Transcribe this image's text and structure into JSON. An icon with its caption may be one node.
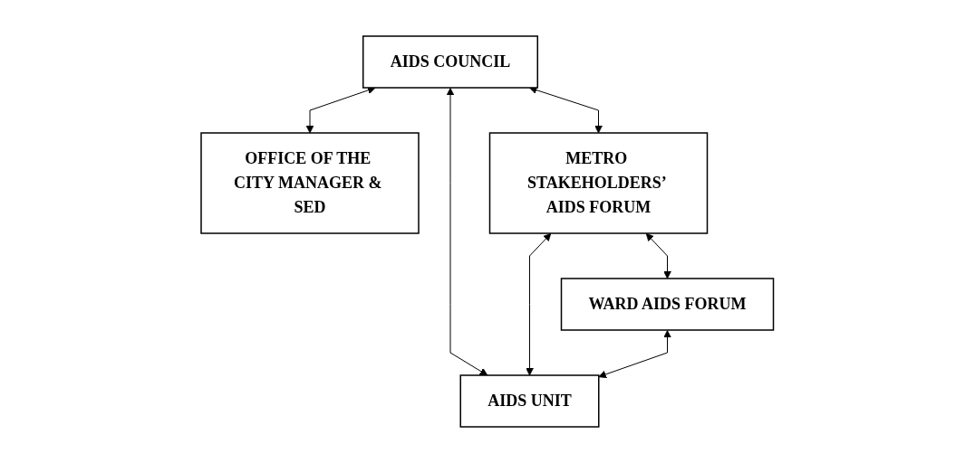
{
  "diagram": {
    "nodes": [
      {
        "text": [
          "AIDS COUNCIL"
        ]
      },
      {
        "text": [
          "OFFICE OF THE CITY MANAGER & SED"
        ]
      },
      {
        "text": [
          "METRO STAKEHOLDERS’ AIDS FORUM"
        ]
      },
      {
        "text": [
          "AIDS UNIT"
        ]
      },
      {
        "text": [
          "WARD AIDS FORUM"
        ]
      }
    ],
    "edges": [
      {
        "from": 0,
        "to": 1,
        "arrow": "both"
      },
      {
        "from": 0,
        "to": 2,
        "arrow": "both"
      },
      {
        "from": 0,
        "to": 3,
        "arrow": "both"
      },
      {
        "from": 2,
        "to": 3,
        "arrow": "both"
      },
      {
        "from": 2,
        "to": 4,
        "arrow": "both"
      },
      {
        "from": 4,
        "to": 3,
        "arrow": "both"
      }
    ]
  }
}
